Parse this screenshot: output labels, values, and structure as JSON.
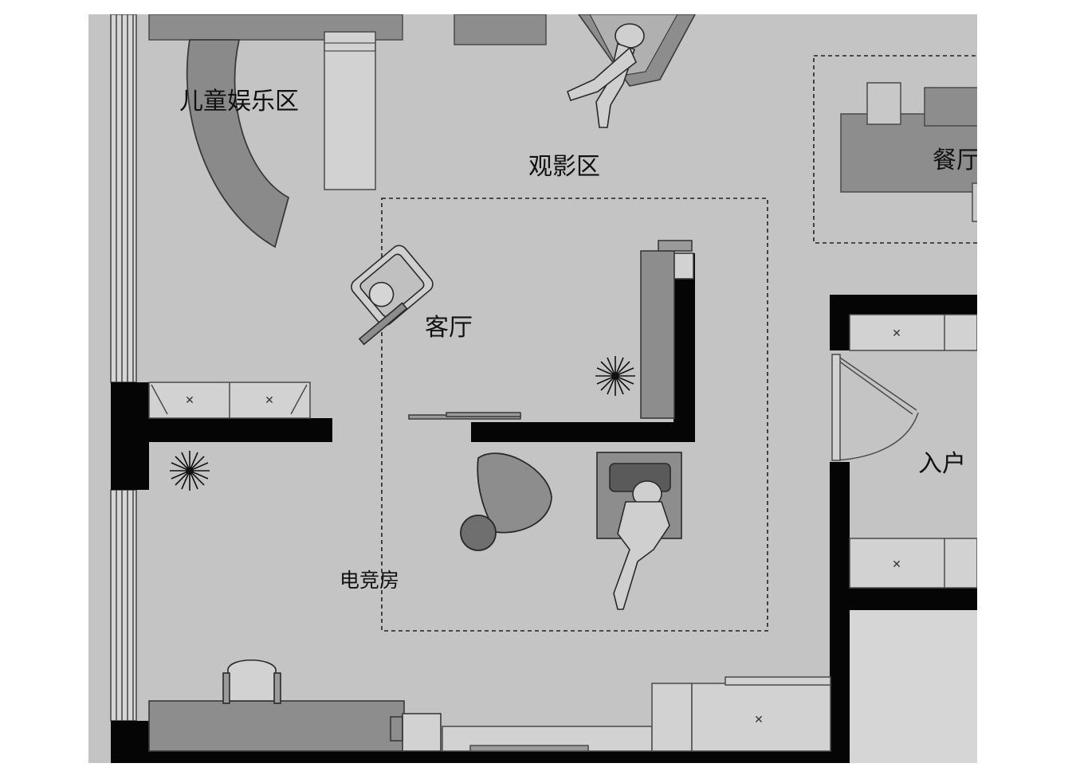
{
  "labels": {
    "kids_area": "儿童娱乐区",
    "viewing_area": "观影区",
    "dining": "餐厅",
    "living_room": "客厅",
    "entrance": "入户",
    "esports_room": "电竞房"
  },
  "colors": {
    "floor": "#c4c4c4",
    "wall": "#050505",
    "furniture": "#8d8d8d",
    "furniture_light": "#d2d2d2",
    "outline": "#4a4a4a"
  }
}
